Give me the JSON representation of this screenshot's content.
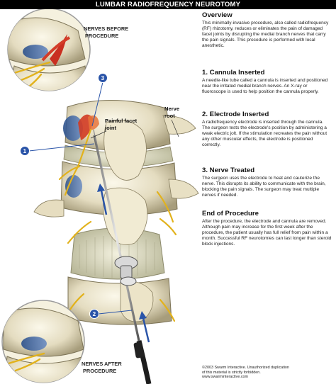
{
  "header": {
    "title": "LUMBAR RADIOFREQUENCY NEUROTOMY"
  },
  "diagram": {
    "caption_before": [
      "NERVES BEFORE",
      "PROCEDURE"
    ],
    "caption_after": [
      "NERVES AFTER",
      "PROCEDURE"
    ],
    "label_facet": [
      "Painful facet",
      "joint"
    ],
    "label_nerve": [
      "Nerve",
      "root"
    ],
    "callouts": [
      "1",
      "2",
      "3"
    ]
  },
  "sections": [
    {
      "title": "Overview",
      "body": "This minimally-invasive procedure, also called radiofrequency (RF) rhizotomy, reduces or eliminates the pain of damaged facet joints by disrupting the medial branch nerves that carry the pain signals. This procedure is performed with local anesthetic."
    },
    {
      "title": "1. Cannula Inserted",
      "body": "A needle-like tube called a cannula is inserted and positioned near the irritated medial branch nerves. An X-ray or fluoroscope is used to help position the cannula properly."
    },
    {
      "title": "2. Electrode Inserted",
      "body": "A radiofrequency electrode is inserted through the cannula. The surgeon tests the electrode's position by administering a weak electric jolt. If the stimulation recreates the pain without any other muscular effects, the electrode is positioned correctly."
    },
    {
      "title": "3. Nerve Treated",
      "body": "The surgeon uses the electrode to heat and cauterize the nerve. This disrupts its ability to communicate with the brain, blocking the pain signals. The surgeon may treat multiple nerves if needed."
    },
    {
      "title": "End of Procedure",
      "body": "After the procedure, the electrode and cannula are removed. Although pain may increase for the first week after the procedure, the patient usually has full relief from pain within a month. Successful RF neurotomies can last longer than steroid block injections."
    }
  ],
  "copyright": [
    "©2003 Swarm Interactive. Unauthorized duplication",
    "of this material is strictly forbidden.",
    "www.swarminteractive.com"
  ]
}
